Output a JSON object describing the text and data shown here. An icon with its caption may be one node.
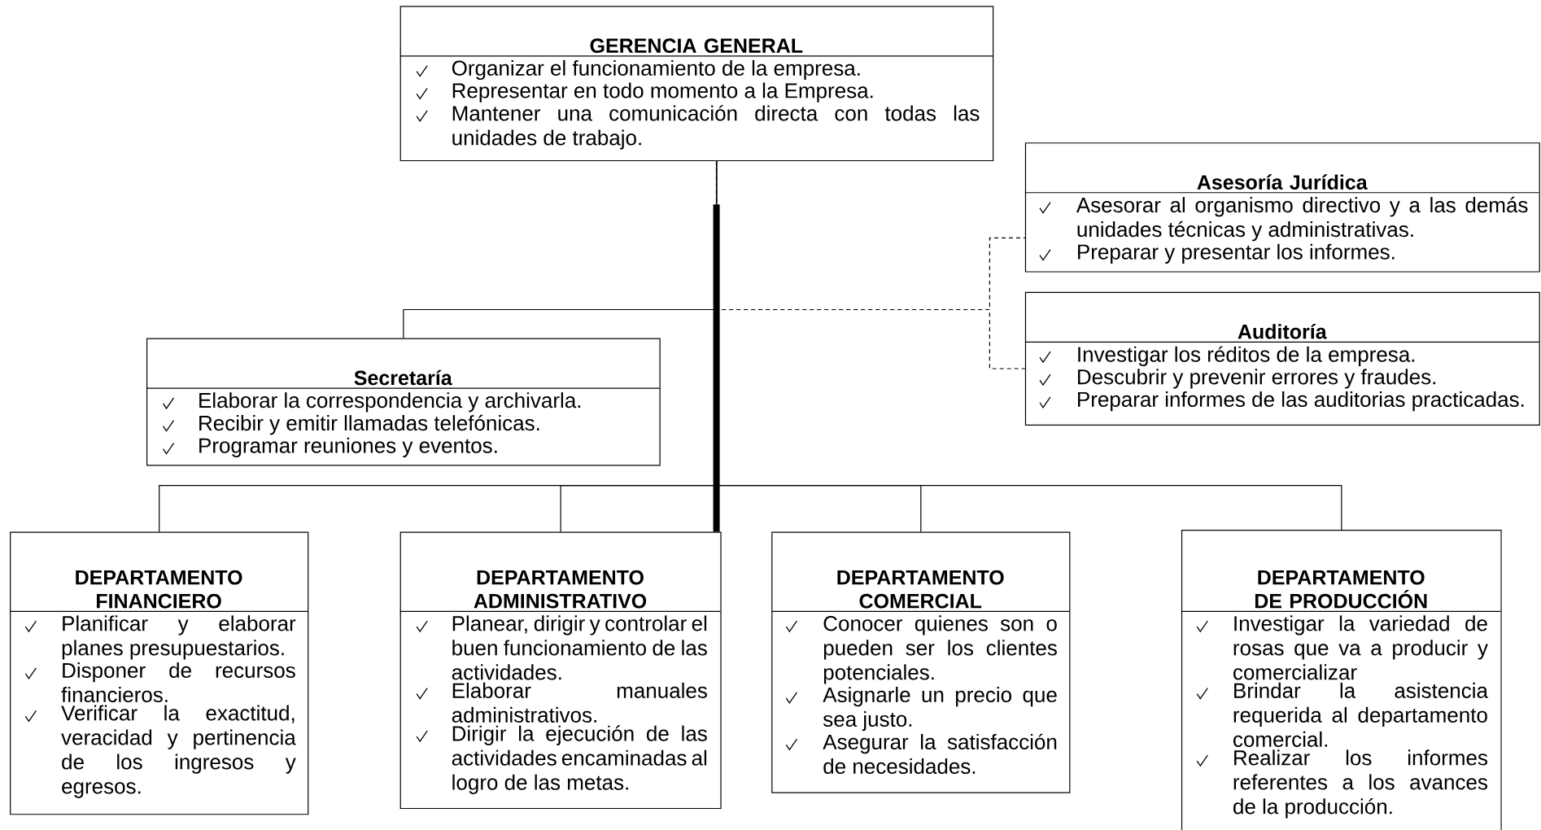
{
  "diagram": {
    "nodes": [
      {
        "text": [
          "GERENCIA GENERAL",
          "Organizar el funcionamiento de la empresa.",
          "Representar en todo momento a la Empresa.",
          "Mantener una comunicación directa con todas las unidades de trabajo."
        ]
      },
      {
        "text": [
          "Asesoría Jurídica",
          "Asesorar al organismo directivo y a las demás unidades técnicas y administrativas.",
          "Preparar y presentar los informes."
        ]
      },
      {
        "text": [
          "Auditoría",
          "Investigar los réditos de la empresa.",
          "Descubrir y prevenir errores y fraudes.",
          "Preparar informes de las auditorias practicadas."
        ]
      },
      {
        "text": [
          "Secretaría",
          "Elaborar la correspondencia y archivarla.",
          "Recibir y emitir llamadas telefónicas.",
          "Programar reuniones y eventos."
        ]
      },
      {
        "text": [
          "DEPARTAMENTO FINANCIERO",
          "Planificar y elaborar planes presupuestarios.",
          "Disponer de recursos financieros.",
          "Verificar la exactitud, veracidad y pertinencia de los ingresos y egresos."
        ]
      },
      {
        "text": [
          "DEPARTAMENTO ADMINISTRATIVO",
          "Planear, dirigir y controlar el buen funcionamiento de las actividades.",
          "Elaborar manuales administrativos.",
          "Dirigir la ejecución de las actividades encaminadas al logro de las metas."
        ]
      },
      {
        "text": [
          "DEPARTAMENTO COMERCIAL",
          "Conocer quienes son o pueden ser los clientes potenciales.",
          "Asignarle un precio que sea justo.",
          "Asegurar la satisfacción de necesidades."
        ]
      },
      {
        "text": [
          "DEPARTAMENTO DE PRODUCCIÓN",
          "Investigar la variedad de rosas que va a producir y comercializar",
          "Brindar la asistencia requerida al departamento comercial.",
          "Realizar los informes referentes a los avances de la producción."
        ]
      }
    ],
    "edges": [
      {
        "from": 0,
        "to": 3,
        "arrow": "none"
      },
      {
        "from": 0,
        "to": 1,
        "arrow": "none",
        "style": "dashed"
      },
      {
        "from": 0,
        "to": 2,
        "arrow": "none",
        "style": "dashed"
      },
      {
        "from": 0,
        "to": 4,
        "arrow": "none"
      },
      {
        "from": 0,
        "to": 5,
        "arrow": "none"
      },
      {
        "from": 0,
        "to": 6,
        "arrow": "none"
      },
      {
        "from": 0,
        "to": 7,
        "arrow": "none"
      }
    ]
  }
}
